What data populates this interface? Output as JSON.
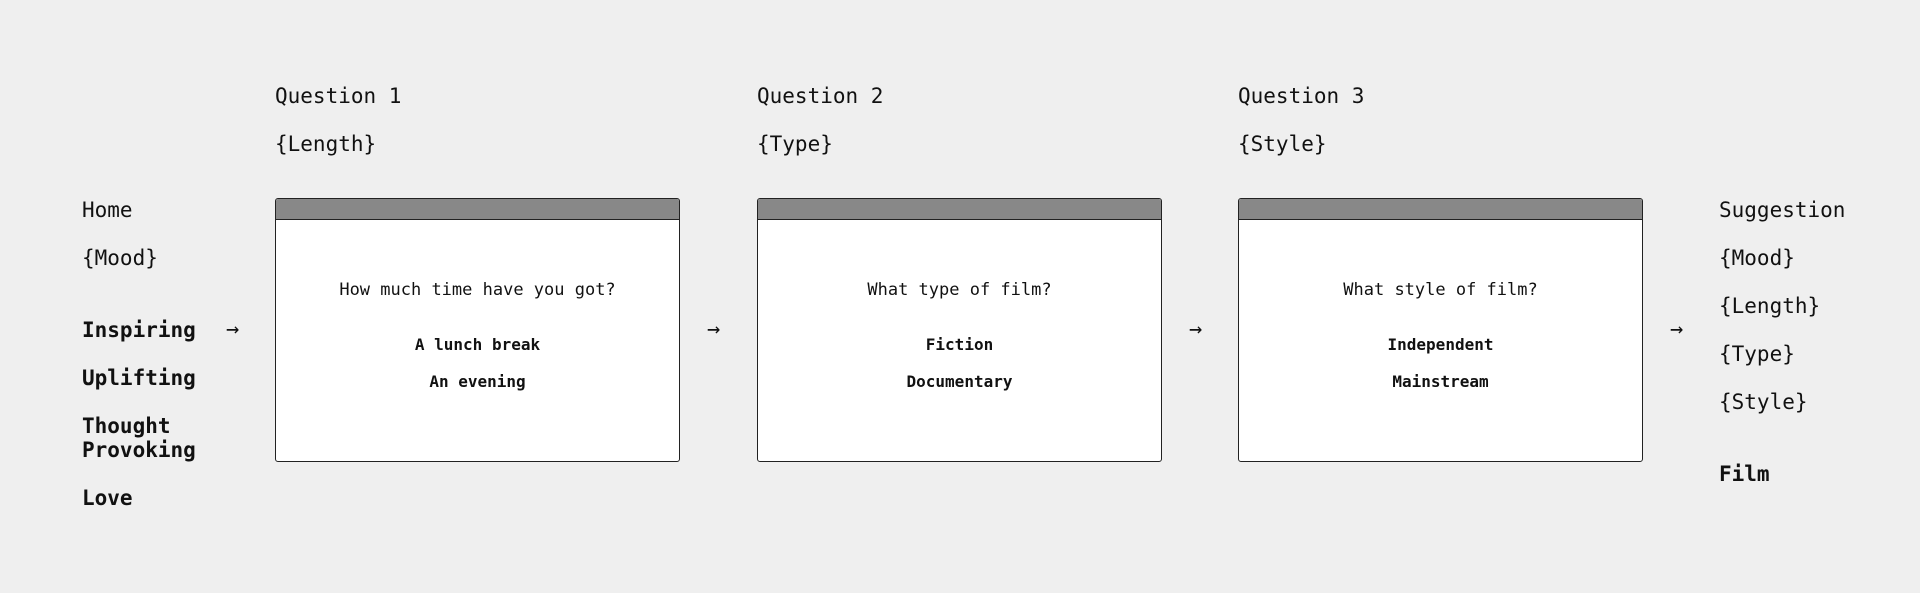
{
  "home": {
    "title": "Home",
    "variable": "{Mood}",
    "moods": [
      "Inspiring",
      "Uplifting",
      "Thought Provoking",
      "Love"
    ]
  },
  "arrow": "→",
  "questions": [
    {
      "title": "Question 1",
      "variable": "{Length}",
      "prompt": "How much time have you got?",
      "options": [
        "A lunch break",
        "An evening"
      ]
    },
    {
      "title": "Question 2",
      "variable": "{Type}",
      "prompt": "What type of film?",
      "options": [
        "Fiction",
        "Documentary"
      ]
    },
    {
      "title": "Question 3",
      "variable": "{Style}",
      "prompt": "What style of film?",
      "options": [
        "Independent",
        "Mainstream"
      ]
    }
  ],
  "suggestion": {
    "title": "Suggestion",
    "variables": [
      "{Mood}",
      "{Length}",
      "{Type}",
      "{Style}"
    ],
    "result": "Film"
  }
}
